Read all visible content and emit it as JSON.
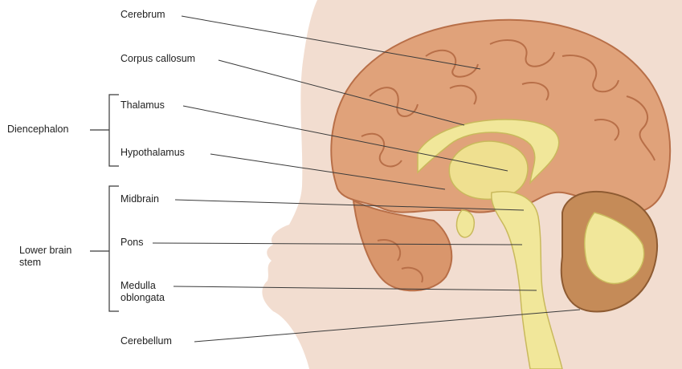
{
  "labels": {
    "cerebrum": "Cerebrum",
    "corpus_callosum": "Corpus callosum",
    "thalamus": "Thalamus",
    "hypothalamus": "Hypothalamus",
    "midbrain": "Midbrain",
    "pons": "Pons",
    "medulla_oblongata": "Medulla oblongata",
    "cerebellum": "Cerebellum"
  },
  "groups": {
    "diencephalon": "Diencephalon",
    "lower_brain_stem": "Lower brain stem"
  },
  "colors": {
    "cortex": "#e0a27a",
    "cortex_dark": "#b86f48",
    "white_matter": "#f1e79a",
    "skin": "#f2ddd0",
    "leader_line": "#3a3a3a"
  }
}
